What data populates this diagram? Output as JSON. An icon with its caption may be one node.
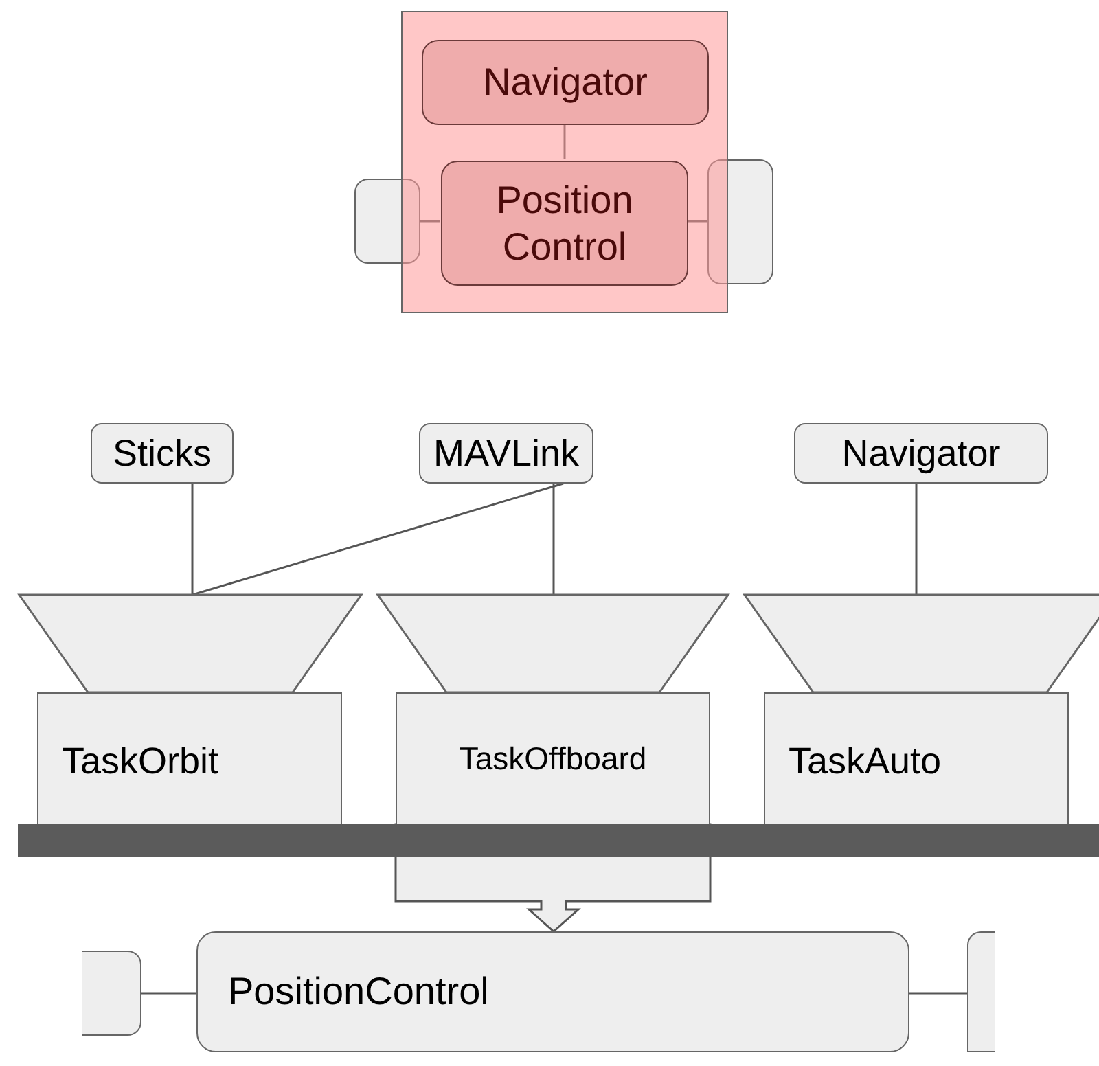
{
  "diagram": {
    "nodes": [
      {
        "text": [],
        "shape": "box"
      },
      {
        "text": [
          "Navigator"
        ],
        "in": 0
      },
      {
        "text": [
          "Position Control"
        ],
        "in": 0
      },
      {
        "text": [],
        "shape": "box"
      },
      {
        "text": [],
        "shape": "box"
      },
      {
        "text": [
          "Sticks"
        ]
      },
      {
        "text": [
          "MAVLink"
        ]
      },
      {
        "text": [
          "Navigator"
        ]
      },
      {
        "text": [],
        "shape": "funnel"
      },
      {
        "text": [
          "TaskOrbit"
        ]
      },
      {
        "text": [],
        "shape": "funnel"
      },
      {
        "text": [
          "TaskOffboard"
        ]
      },
      {
        "text": [],
        "shape": "funnel"
      },
      {
        "text": [
          "TaskAuto"
        ]
      },
      {
        "text": [],
        "shape": "bar"
      },
      {
        "text": [],
        "shape": "box"
      },
      {
        "text": [
          "PositionControl"
        ]
      },
      {
        "text": [],
        "shape": "box"
      }
    ],
    "edges": [
      {
        "from": 1,
        "to": 2,
        "arrow": "none"
      },
      {
        "from": 3,
        "to": 2,
        "arrow": "none"
      },
      {
        "from": 2,
        "to": 4,
        "arrow": "none"
      },
      {
        "from": 5,
        "to": 8,
        "arrow": "none"
      },
      {
        "from": 6,
        "to": 8,
        "arrow": "none"
      },
      {
        "from": 6,
        "to": 10,
        "arrow": "none"
      },
      {
        "from": 7,
        "to": 12,
        "arrow": "none"
      },
      {
        "from": 11,
        "to": 16,
        "arrow": "to",
        "style": "thick"
      },
      {
        "from": 15,
        "to": 16,
        "arrow": "none"
      },
      {
        "from": 16,
        "to": 17,
        "arrow": "none"
      }
    ]
  }
}
